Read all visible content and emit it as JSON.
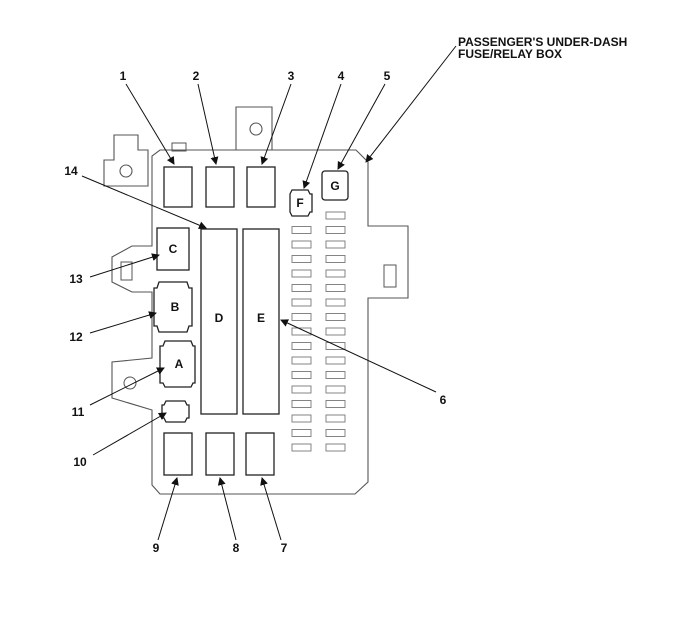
{
  "title": {
    "line1": "PASSENGER'S UNDER-DASH",
    "line2": "FUSE/RELAY BOX"
  },
  "callouts": [
    "1",
    "2",
    "3",
    "4",
    "5",
    "6",
    "7",
    "8",
    "9",
    "10",
    "11",
    "12",
    "13",
    "14"
  ],
  "components": {
    "A": "A",
    "B": "B",
    "C": "C",
    "D": "D",
    "E": "E",
    "F": "F",
    "G": "G"
  },
  "colors": {
    "line": "#111111",
    "outline": "#555555",
    "background": "#ffffff"
  }
}
